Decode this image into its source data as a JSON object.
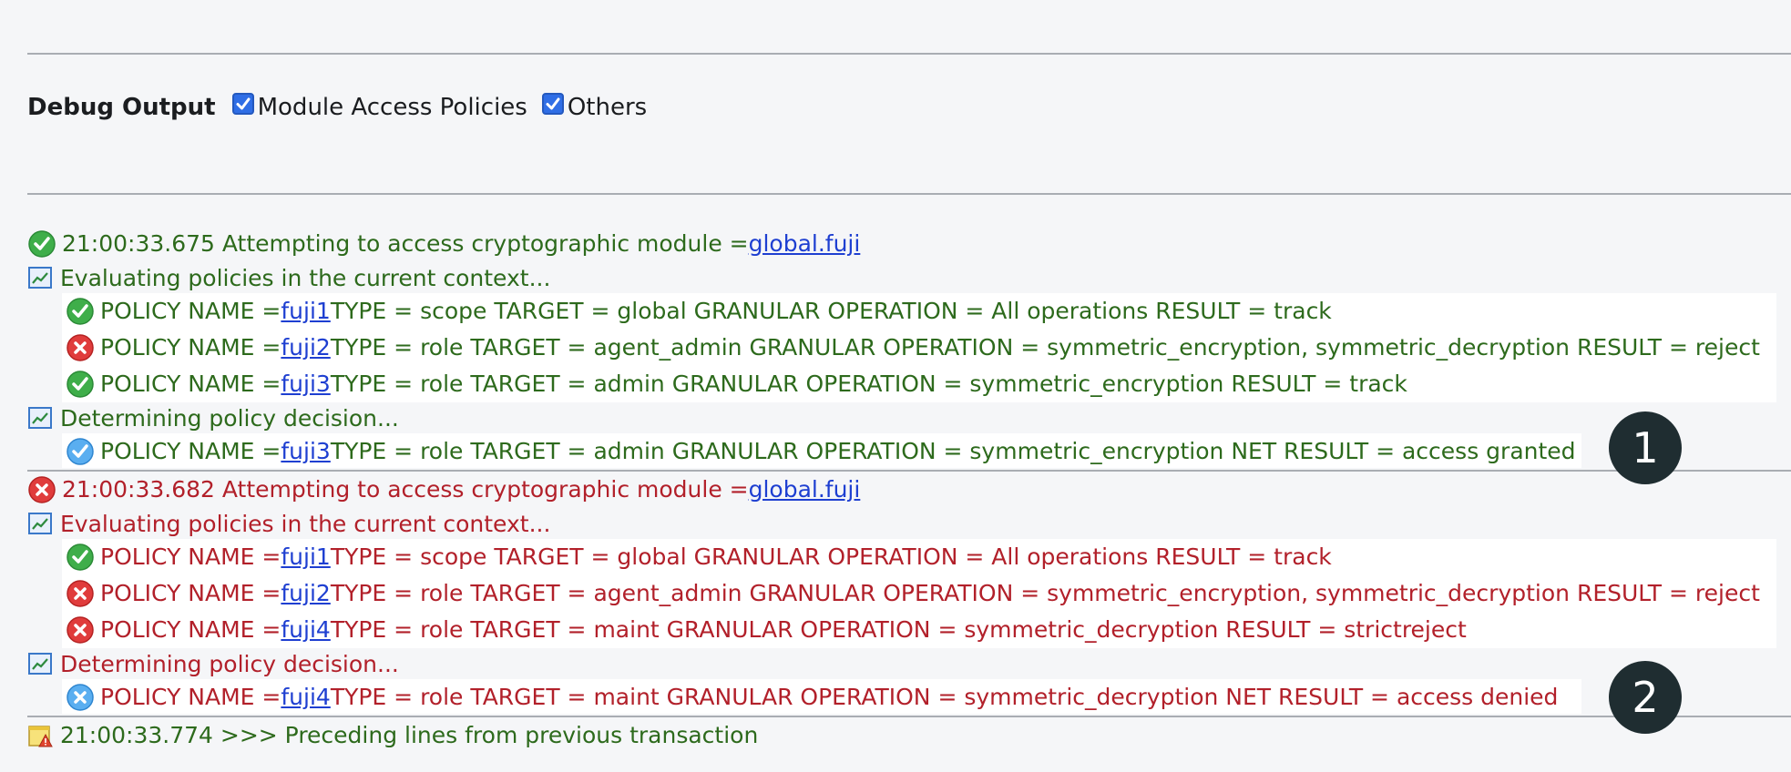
{
  "filter": {
    "title": "Debug Output",
    "options": [
      {
        "label": "Module Access Policies",
        "checked": true
      },
      {
        "label": "Others",
        "checked": true
      }
    ]
  },
  "transactions": [
    {
      "status": "success",
      "header": {
        "time_text": "21:00:33.675 Attempting to access cryptographic module = ",
        "module_link": "global.fuji"
      },
      "evaluating_text": "Evaluating policies in the current context...",
      "policies": [
        {
          "status": "success",
          "prefix": "POLICY NAME = ",
          "name": "fuji1",
          "rest": " TYPE = scope TARGET = global GRANULAR OPERATION = All operations RESULT = track"
        },
        {
          "status": "fail",
          "prefix": "POLICY NAME = ",
          "name": "fuji2",
          "rest": " TYPE = role TARGET = agent_admin GRANULAR OPERATION = symmetric_encryption, symmetric_decryption RESULT = reject"
        },
        {
          "status": "success",
          "prefix": "POLICY NAME = ",
          "name": "fuji3",
          "rest": " TYPE = role TARGET = admin GRANULAR OPERATION = symmetric_encryption RESULT = track"
        }
      ],
      "determining_text": "Determining policy decision...",
      "decision": {
        "prefix": "POLICY NAME = ",
        "name": "fuji3",
        "rest": " TYPE = role TARGET = admin GRANULAR OPERATION = symmetric_encryption NET RESULT = access granted"
      },
      "badge": "1"
    },
    {
      "status": "fail",
      "header": {
        "time_text": "21:00:33.682 Attempting to access cryptographic module = ",
        "module_link": "global.fuji"
      },
      "evaluating_text": "Evaluating policies in the current context...",
      "policies": [
        {
          "status": "success",
          "prefix": "POLICY NAME = ",
          "name": "fuji1",
          "rest": " TYPE = scope TARGET = global GRANULAR OPERATION = All operations RESULT = track"
        },
        {
          "status": "fail",
          "prefix": "POLICY NAME = ",
          "name": "fuji2",
          "rest": " TYPE = role TARGET = agent_admin GRANULAR OPERATION = symmetric_encryption, symmetric_decryption RESULT = reject"
        },
        {
          "status": "fail",
          "prefix": "POLICY NAME = ",
          "name": "fuji4",
          "rest": " TYPE = role TARGET = maint GRANULAR OPERATION = symmetric_decryption RESULT = strictreject"
        }
      ],
      "determining_text": "Determining policy decision...",
      "decision": {
        "prefix": "POLICY NAME = ",
        "name": "fuji4",
        "rest": " TYPE = role TARGET = maint GRANULAR OPERATION = symmetric_decryption NET RESULT = access denied"
      },
      "badge": "2"
    }
  ],
  "footer_line": {
    "text": "21:00:33.774 >>> Preceding lines from previous transaction"
  },
  "colors": {
    "success_text": "#2d6a1c",
    "fail_text": "#b2202a",
    "link": "#1e3fd1",
    "badge_bg": "#1f2d31"
  },
  "icons": {
    "success": "check-circle-icon",
    "fail": "x-circle-icon",
    "chart": "chart-icon",
    "decision_success": "check-circle-blue-icon",
    "decision_fail": "x-circle-blue-icon",
    "note": "note-alert-icon"
  }
}
